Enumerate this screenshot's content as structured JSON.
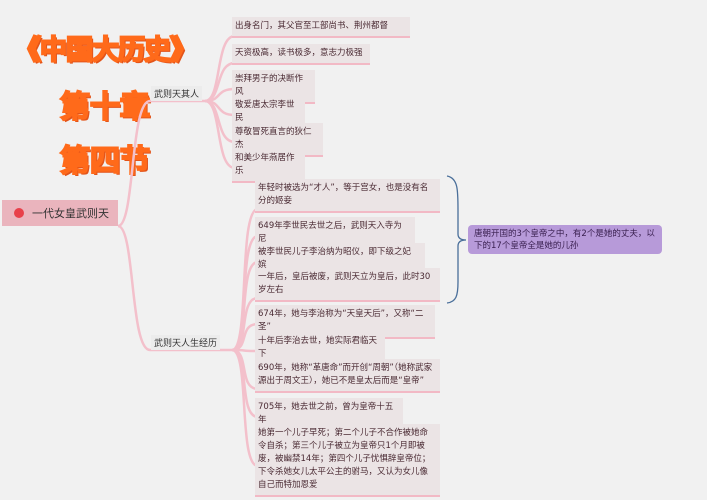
{
  "title": {
    "book": "《中国大历史》",
    "chapter": "第十章",
    "section": "第四节"
  },
  "root": {
    "label": "一代女皇武则天",
    "dot_color": "#e8404a"
  },
  "branches": [
    {
      "label": "武则天其人",
      "items": [
        "出身名门，其父官至工部尚书、荆州都督",
        "天资极高，读书极多，意志力极强",
        "崇拜男子的决断作风",
        "敬爱唐太宗李世民",
        "尊敬冒死直言的狄仁杰",
        "和美少年燕居作乐"
      ]
    },
    {
      "label": "武则天人生经历",
      "items": [
        "年轻时被选为“才人”，等于宫女，也是没有名分的姬妾",
        "649年李世民去世之后，武则天入寺为尼",
        "被李世民儿子李治纳为昭仪，即下级之妃嫔",
        "一年后，皇后被废，武则天立为皇后，此时30岁左右",
        "674年，她与李治称为“天皇天后”，又称“二圣”",
        "十年后李治去世，她实际君临天下",
        "690年，她称“革唐命”而开创“周朝”（她称武家源出于周文王），她已不是皇太后而是“皇帝”",
        "705年，她去世之前，曾为皇帝十五年",
        "她第一个儿子早死；第二个儿子不合作被她命令自杀；第三个儿子被立为皇帝只1个月即被废，被幽禁14年；第四个儿子忧惧辞皇帝位；下令杀她女儿太平公主的驸马，又认为女儿像自己而特加恩爱"
      ]
    }
  ],
  "summary_note": "唐朝开国的3个皇帝之中，有2个是她的丈夫，以下的17个皇帝全是她的儿孙",
  "colors": {
    "connector": "#f3c0cb",
    "note": "#b79ad9",
    "brace": "#4a6f9a",
    "title": "#ff6a1a"
  }
}
